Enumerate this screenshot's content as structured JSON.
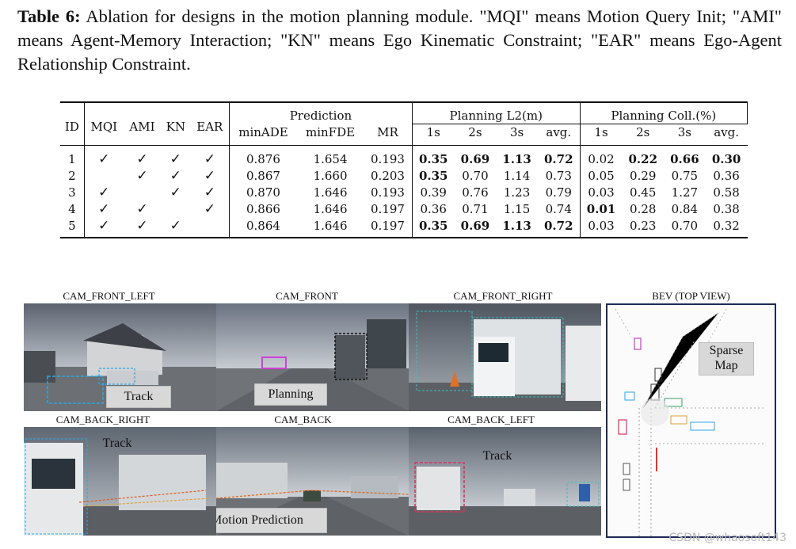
{
  "caption": {
    "label": "Table 6:",
    "text": " Ablation for designs in the motion planning module. \"MQI\" means Motion Query Init; \"AMI\" means Agent-Memory Interaction; \"KN\" means Ego Kinematic Constraint; \"EAR\" means Ego-Agent Relationship Constraint."
  },
  "table": {
    "headers": {
      "id": "ID",
      "mqi": "MQI",
      "ami": "AMI",
      "kn": "KN",
      "ear": "EAR",
      "prediction": "Prediction",
      "planning_l2": "Planning L2(m)",
      "planning_coll": "Planning Coll.(%)",
      "minade": "minADE",
      "minfde": "minFDE",
      "mr": "MR",
      "s1": "1s",
      "s2": "2s",
      "s3": "3s",
      "avg": "avg."
    },
    "check_symbol": "✓",
    "rows": [
      {
        "id": "1",
        "mqi": "✓",
        "ami": "✓",
        "kn": "✓",
        "ear": "✓",
        "minade": "0.876",
        "minfde": "1.654",
        "mr": "0.193",
        "l2_1": "0.35",
        "l2_2": "0.69",
        "l2_3": "1.13",
        "l2_avg": "0.72",
        "c_1": "0.02",
        "c_2": "0.22",
        "c_3": "0.66",
        "c_avg": "0.30"
      },
      {
        "id": "2",
        "mqi": "",
        "ami": "✓",
        "kn": "✓",
        "ear": "✓",
        "minade": "0.867",
        "minfde": "1.660",
        "mr": "0.203",
        "l2_1": "0.35",
        "l2_2": "0.70",
        "l2_3": "1.14",
        "l2_avg": "0.73",
        "c_1": "0.05",
        "c_2": "0.29",
        "c_3": "0.75",
        "c_avg": "0.36"
      },
      {
        "id": "3",
        "mqi": "✓",
        "ami": "",
        "kn": "✓",
        "ear": "✓",
        "minade": "0.870",
        "minfde": "1.646",
        "mr": "0.193",
        "l2_1": "0.39",
        "l2_2": "0.76",
        "l2_3": "1.23",
        "l2_avg": "0.79",
        "c_1": "0.03",
        "c_2": "0.45",
        "c_3": "1.27",
        "c_avg": "0.58"
      },
      {
        "id": "4",
        "mqi": "✓",
        "ami": "✓",
        "kn": "",
        "ear": "✓",
        "minade": "0.866",
        "minfde": "1.646",
        "mr": "0.197",
        "l2_1": "0.36",
        "l2_2": "0.71",
        "l2_3": "1.15",
        "l2_avg": "0.74",
        "c_1": "0.01",
        "c_2": "0.28",
        "c_3": "0.84",
        "c_avg": "0.38"
      },
      {
        "id": "5",
        "mqi": "✓",
        "ami": "✓",
        "kn": "✓",
        "ear": "",
        "minade": "0.864",
        "minfde": "1.646",
        "mr": "0.197",
        "l2_1": "0.35",
        "l2_2": "0.69",
        "l2_3": "1.13",
        "l2_avg": "0.72",
        "c_1": "0.03",
        "c_2": "0.23",
        "c_3": "0.70",
        "c_avg": "0.32"
      }
    ]
  },
  "figure": {
    "cameras": {
      "front_left": "CAM_FRONT_LEFT",
      "front": "CAM_FRONT",
      "front_right": "CAM_FRONT_RIGHT",
      "back_right": "CAM_BACK_RIGHT",
      "back": "CAM_BACK",
      "back_left": "CAM_BACK_LEFT"
    },
    "bev_title": "BEV (TOP VIEW)",
    "tags": {
      "track_front_left": "Track",
      "planning": "Planning",
      "track_back_right": "Track",
      "motion_prediction": "Motion Prediction",
      "track_back_left": "Track",
      "sparse_map_line1": "Sparse",
      "sparse_map_line2": "Map"
    }
  },
  "watermark": "CSDN @whaosoft143"
}
